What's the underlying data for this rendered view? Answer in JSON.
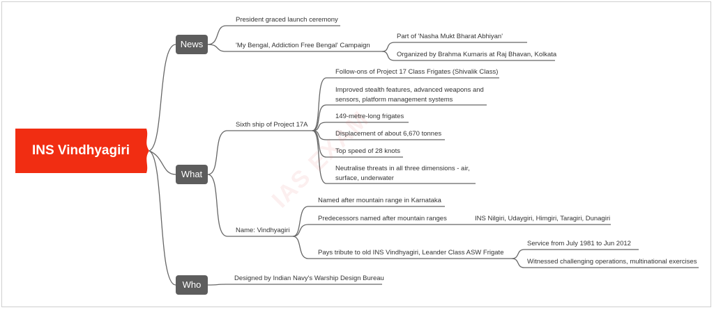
{
  "central": {
    "title": "INS Vindhyagiri",
    "color": "#f12d12"
  },
  "watermark": "IAS EXAM",
  "branches": {
    "news": {
      "label": "News",
      "items": {
        "president": "President graced launch ceremony",
        "campaign": "'My Bengal, Addiction Free Bengal' Campaign",
        "campaign_children": [
          "Part of 'Nasha Mukt Bharat Abhiyan'",
          "Organized by Brahma Kumaris at Raj Bhavan, Kolkata"
        ]
      }
    },
    "what": {
      "label": "What",
      "sixth": "Sixth ship of Project 17A",
      "sixth_children": [
        "Follow-ons of Project 17 Class Frigates (Shivalik Class)",
        "Improved stealth features, advanced weapons and sensors, platform management systems",
        "149-metre-long frigates",
        "Displacement of about 6,670 tonnes",
        "Top speed of 28 knots",
        "Neutralise threats in all three dimensions - air, surface, underwater"
      ],
      "name": "Name: Vindhyagiri",
      "name_children": {
        "named_after": "Named after mountain range in Karnataka",
        "predecessors": "Predecessors named after mountain ranges",
        "predecessors_child": "INS Nilgiri, Udaygiri, Himgiri, Taragiri, Dunagiri",
        "tribute": "Pays tribute to old INS Vindhyagiri, Leander Class ASW Frigate",
        "tribute_children": [
          "Service from July 1981 to Jun 2012",
          "Witnessed challenging operations, multinational exercises"
        ]
      }
    },
    "who": {
      "label": "Who",
      "designed": "Designed by Indian Navy's Warship Design Bureau"
    }
  },
  "colors": {
    "branch": "#5d5d5d",
    "line": "#666666"
  }
}
